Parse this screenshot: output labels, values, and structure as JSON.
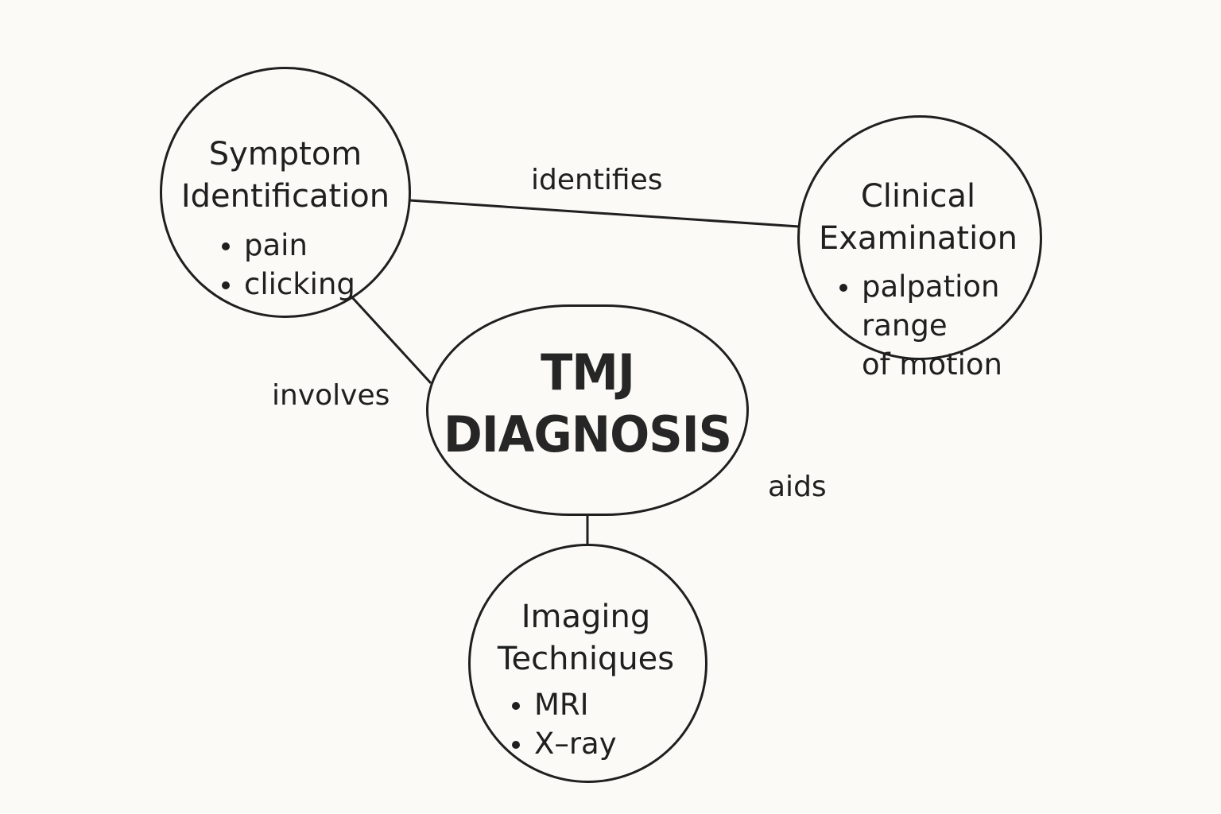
{
  "diagram": {
    "background": "#fbfaf6",
    "stroke_color": "#1f1f1f",
    "center": {
      "line1": "TMJ",
      "line2": "DIAGNOSIS"
    },
    "symptom": {
      "title1": "Symptom",
      "title2": "Identification",
      "items": [
        "pain",
        "clicking"
      ]
    },
    "clinical": {
      "title1": "Clinical",
      "title2": "Examination",
      "items": [
        "palpation",
        "range",
        "of motion"
      ]
    },
    "imaging": {
      "title1": "Imaging",
      "title2": "Techniques",
      "items": [
        "MRI",
        "X–ray"
      ]
    },
    "edges": {
      "identifies": "identifies",
      "involves": "involves",
      "aids": "aids"
    }
  }
}
